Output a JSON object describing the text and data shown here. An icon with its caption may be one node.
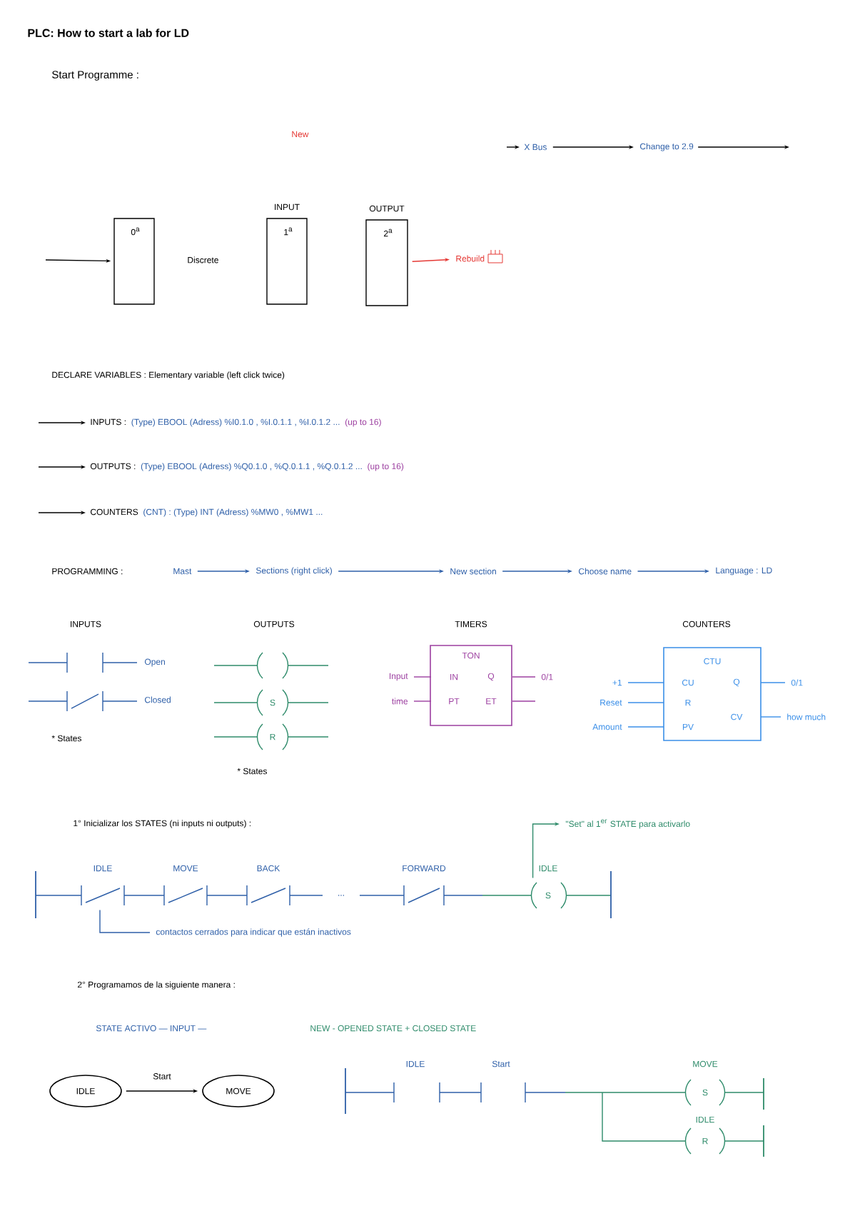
{
  "diagram": {
    "title": "PLC: How to start a lab for LD",
    "nodes": [
      {
        "text": [
          "X Bus"
        ]
      },
      {
        "text": [
          "Change to 2.9"
        ]
      },
      {
        "text": [
          "0$^{a}$"
        ]
      },
      {
        "text": [
          "INPUT",
          "1$^{a}$"
        ]
      },
      {
        "text": [
          "OUTPUT",
          "2$^{a}$"
        ]
      },
      {
        "text": [
          "Rebuild"
        ]
      },
      {
        "text": [
          "INPUTS :",
          "(Type) EBOOL (Adress) %I0.1.0 , %I.0.1.1 , %I.0.1.2 ...",
          "(up to 16)"
        ]
      },
      {
        "text": [
          "OUTPUTS :",
          "(Type) EBOOL (Adress) %Q0.1.0 , %Q.0.1.1 , %Q.0.1.2 ...",
          "(up to 16)"
        ]
      },
      {
        "text": [
          "COUNTERS",
          "(CNT) : (Type) INT (Adress) %MW0 , %MW1 ..."
        ]
      },
      {
        "text": [
          "Mast"
        ]
      },
      {
        "text": [
          "Sections (right click)"
        ]
      },
      {
        "text": [
          "New section"
        ]
      },
      {
        "text": [
          "Choose name"
        ]
      },
      {
        "text": [
          "Language : LD"
        ]
      },
      {
        "text": [
          "TON",
          "IN",
          "Q",
          "PT",
          "ET"
        ],
        "beside": [
          "Input",
          "time",
          "0/1"
        ]
      },
      {
        "text": [
          "CTU",
          "CU",
          "Q",
          "R",
          "CV",
          "PV"
        ],
        "beside": [
          "+1",
          "Reset",
          "Amount",
          "0/1",
          "how much"
        ]
      },
      {
        "text": [
          "\"Set\" al 1$^{er}$ STATE para activarlo"
        ]
      },
      {
        "text": [
          "contactos cerrados para indicar que están inactivos"
        ]
      },
      {
        "text": [
          "IDLE"
        ]
      },
      {
        "text": [
          "MOVE"
        ]
      },
      {
        "text": [
          "S"
        ]
      },
      {
        "text": [],
        "shape": "contact"
      }
    ],
    "edges": [
      {
        "from": null,
        "to": 0,
        "arrow": "to"
      },
      {
        "from": 0,
        "to": 1,
        "arrow": "to"
      },
      {
        "from": 1,
        "to": null,
        "arrow": "to"
      },
      {
        "from": null,
        "to": 2,
        "arrow": "to"
      },
      {
        "from": 4,
        "to": 5,
        "arrow": "to",
        "color": "#e53935"
      },
      {
        "from": null,
        "to": 6,
        "arrow": "to"
      },
      {
        "from": null,
        "to": 7,
        "arrow": "to"
      },
      {
        "from": null,
        "to": 8,
        "arrow": "to"
      },
      {
        "from": 9,
        "to": 10,
        "arrow": "to",
        "color": "#2e5fa8"
      },
      {
        "from": 10,
        "to": 11,
        "arrow": "to",
        "color": "#2e5fa8"
      },
      {
        "from": 11,
        "to": 12,
        "arrow": "to",
        "color": "#2e5fa8"
      },
      {
        "from": 12,
        "to": 13,
        "arrow": "to",
        "color": "#2e5fa8"
      },
      {
        "from": 20,
        "to": 16,
        "arrow": "to",
        "color": "#2e8b6a"
      },
      {
        "from": 17,
        "to": 21,
        "arrow": "none",
        "color": "#2e5fa8"
      },
      {
        "from": 18,
        "to": 19,
        "arrow": "to",
        "label": "Start"
      }
    ],
    "labels": [
      "Start Programme :",
      "New",
      "Discrete",
      "DECLARE VARIABLES : Elementary variable (left click twice)",
      "PROGRAMMING :",
      "INPUTS",
      "OUTPUTS",
      "TIMERS",
      "COUNTERS",
      "Open",
      "Closed",
      "* States",
      "S",
      "R",
      "* States",
      "1° Inicializar los STATES (ni inputs ni outputs) :",
      "IDLE",
      "MOVE",
      "BACK",
      "...",
      "FORWARD",
      "IDLE",
      "2° Programamos de la siguiente manera :",
      "STATE ACTIVO — INPUT —",
      "NEW - OPENED STATE + CLOSED STATE",
      "IDLE",
      "Start",
      "MOVE",
      "S",
      "IDLE",
      "R"
    ]
  }
}
